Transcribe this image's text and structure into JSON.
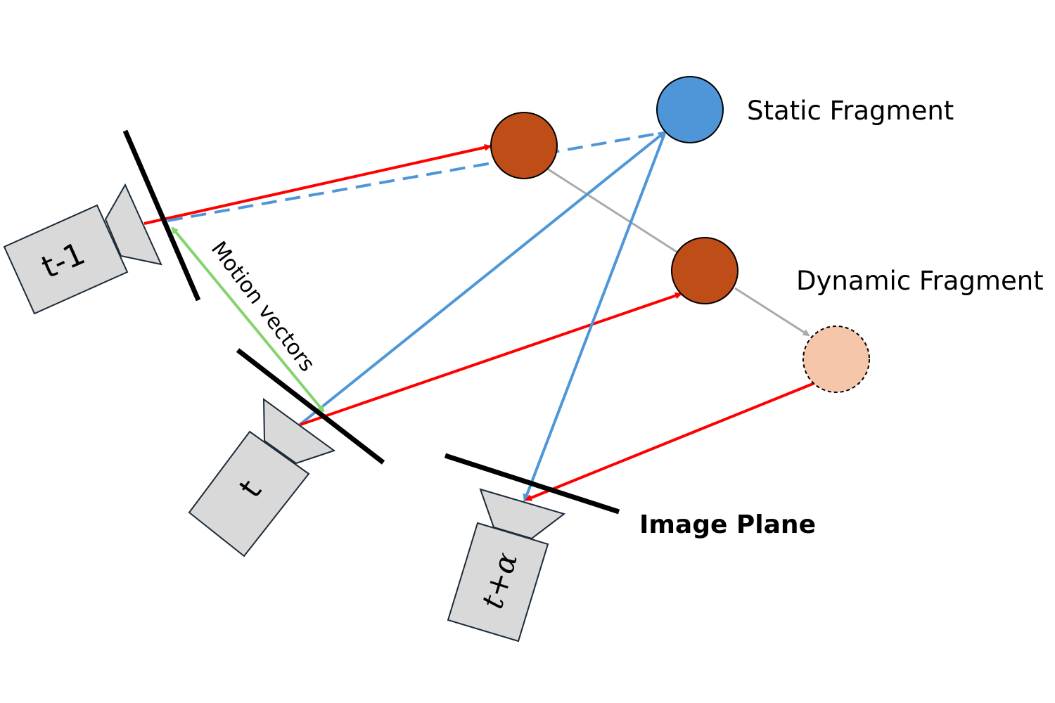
{
  "labels": {
    "static_fragment": "Static Fragment",
    "dynamic_fragment": "Dynamic Fragment",
    "image_plane": "Image Plane",
    "motion_vectors": "Motion vectors"
  },
  "cameras": {
    "prev": "t-1",
    "current": "t",
    "future": "t+α"
  },
  "colors": {
    "ray": "#ff0000",
    "static_ray": "#4f96d8",
    "motion": "#84d46e",
    "dynamic_fragment": "#be4d17",
    "static_fragment": "#4f96d8",
    "predicted_fragment": "#f5c6aa",
    "trajectory": "#aaaaaa"
  }
}
